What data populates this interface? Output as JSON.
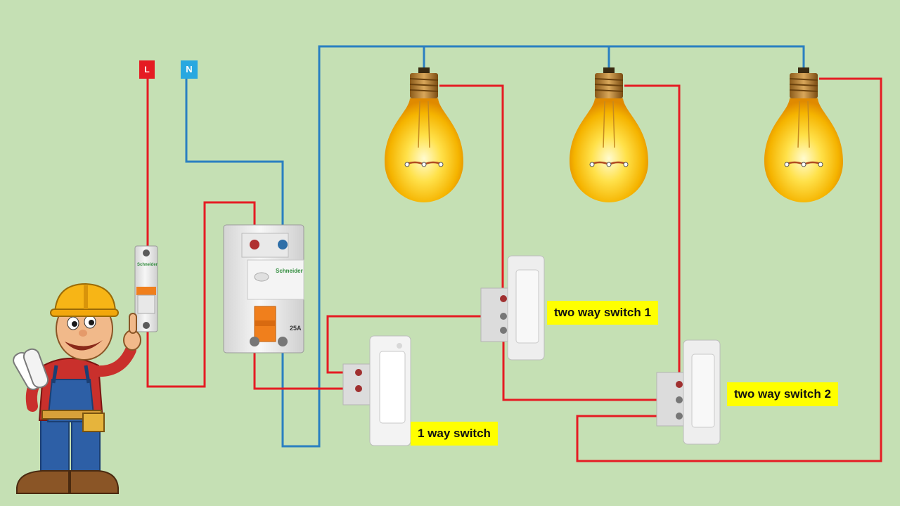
{
  "terminals": {
    "live": "L",
    "neutral": "N"
  },
  "labels": {
    "one_way_switch": "1 way switch",
    "two_way_switch_1": "two way switch 1",
    "two_way_switch_2": "two way switch 2"
  },
  "devices": {
    "mcb_brand": "Schneider",
    "rccb_brand": "Schneider",
    "rccb_rating": "25A"
  },
  "colors": {
    "background": "#c5e0b4",
    "live_wire": "#e51c23",
    "neutral_wire": "#2a7fc1",
    "label_bg": "#ffff00"
  }
}
